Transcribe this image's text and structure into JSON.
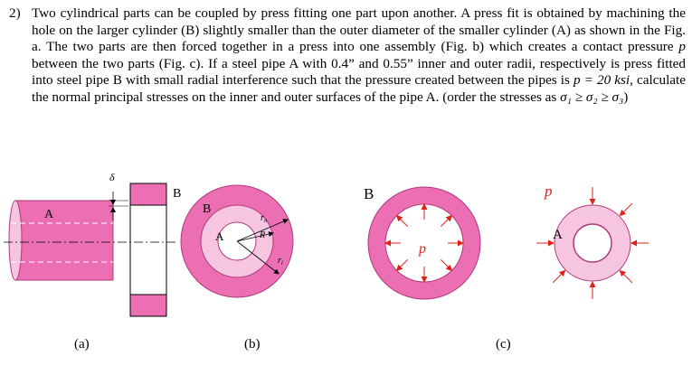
{
  "problem": {
    "number": "2)",
    "text_1": "Two cylindrical parts can be coupled by press fitting one part upon another. A press fit is obtained by machining the hole on the larger cylinder (B) slightly smaller than the outer diameter of the smaller cylinder (A) as shown in the Fig. a. The two parts are then forced together in a press into one assembly (Fig. b) which creates a contact pressure ",
    "p_symbol": "p",
    "text_2": " between the two parts (Fig. c). If a steel pipe A with 0.4” and 0.55” inner and outer radii, respectively is press fitted into steel pipe B with small radial interference such that the pressure created between the pipes is ",
    "pressure_expr": "p = 20 ksi",
    "text_3": ", calculate the normal principal stresses on the inner and outer surfaces of the pipe A. (order the stresses as ",
    "order_expr": "σ₁ ≥ σ₂ ≥ σ₃",
    "text_4": ")"
  },
  "figures": {
    "a": {
      "caption": "(a)",
      "label_a": "A",
      "label_b": "B",
      "delta": "δ"
    },
    "b": {
      "caption": "(b)",
      "label_b": "B",
      "label_a": "A",
      "r_o": "r",
      "r_o_sub": "o",
      "r_i": "r",
      "r_i_sub": "i",
      "R": "R"
    },
    "c": {
      "caption": "(c)",
      "label_b": "B",
      "label_a": "A",
      "p_inner": "p",
      "p_outer": "p"
    }
  },
  "colors": {
    "pink": "#ec6fb4",
    "light_pink": "#f6c6e0",
    "pink_edge": "#b03a7a",
    "arrow_red": "#e0201b"
  }
}
